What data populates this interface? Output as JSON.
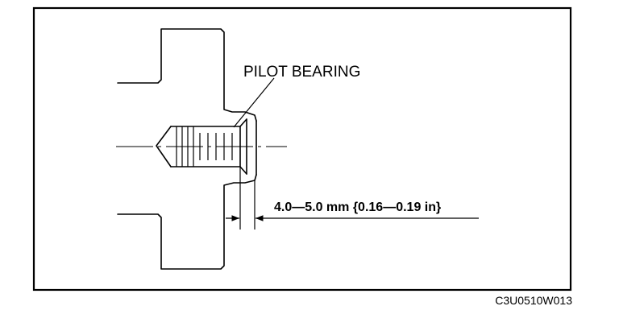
{
  "labels": {
    "part_name": "PILOT BEARING",
    "dimension": "4.0—5.0 mm {0.16—0.19 in}",
    "figure_code": "C3U0510W013"
  }
}
